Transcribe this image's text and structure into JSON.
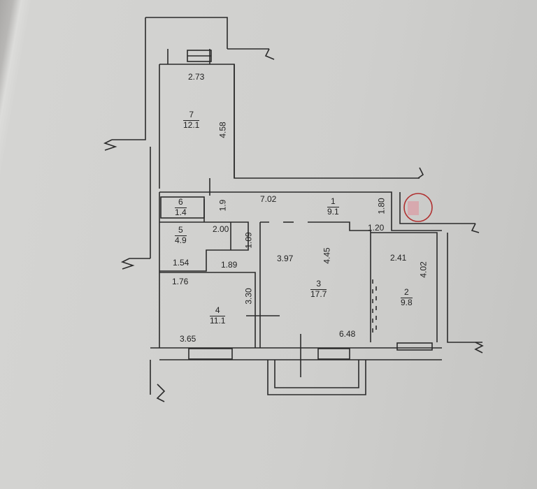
{
  "rooms": [
    {
      "number": "1",
      "area": "9.1"
    },
    {
      "number": "2",
      "area": "9.8"
    },
    {
      "number": "3",
      "area": "17.7"
    },
    {
      "number": "4",
      "area": "11.1"
    },
    {
      "number": "5",
      "area": "4.9"
    },
    {
      "number": "6",
      "area": "1.4"
    },
    {
      "number": "7",
      "area": "12.1"
    }
  ],
  "dimensions": {
    "room7_width": "2.73",
    "room7_length": "4.58",
    "corridor_length": "7.02",
    "corridor_width": "1.9",
    "corridor_end_width": "1.80",
    "corridor_end_length": "1.20",
    "room5_width": "2.00",
    "room5_depth": "1.09",
    "room5_bottom": "1.54",
    "room4_top": "1.89",
    "room4_side": "1.76",
    "room4_depth": "3.30",
    "room4_width": "3.65",
    "room3_width": "3.97",
    "room3_depth": "4.45",
    "room3_bottom": "6.48",
    "room2_width": "2.41",
    "room2_depth": "4.02"
  },
  "colors": {
    "wall": "#2a2a2a",
    "paper": "#d2d2d0",
    "stamp": "#b03030"
  }
}
